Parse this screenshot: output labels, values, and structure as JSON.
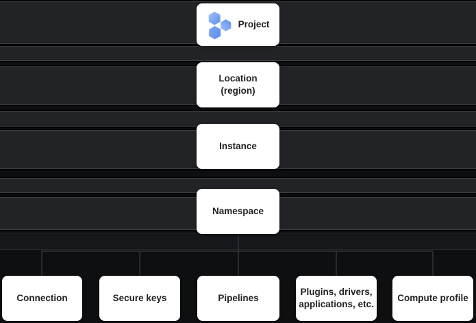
{
  "nodes": {
    "project": "Project",
    "location_line1": "Location",
    "location_line2": "(region)",
    "instance": "Instance",
    "namespace": "Namespace",
    "connection": "Connection",
    "secure_keys": "Secure keys",
    "pipelines": "Pipelines",
    "plugins_line1": "Plugins, drivers,",
    "plugins_line2": "applications, etc.",
    "compute_profile": "Compute profile"
  },
  "icons": {
    "project_icon": "hexagon-cluster-icon"
  },
  "colors": {
    "background": "#0e0f11",
    "band_fill": "#212327",
    "band_border": "#3e4046",
    "node_fill": "#ffffff",
    "node_text": "#202124",
    "icon_blue_light": "#a6c3fa",
    "icon_blue_mid": "#7da6f5",
    "icon_blue": "#5b8cf0"
  }
}
